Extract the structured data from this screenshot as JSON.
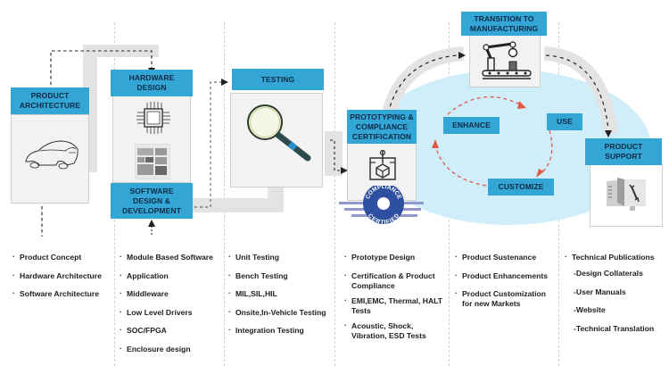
{
  "colors": {
    "header_blue": "#33a6d6",
    "header_text": "#0d2a44",
    "panel_gray": "#f2f2f2",
    "track_gray": "#e3e3e3",
    "cycle_fill": "#cfeefa",
    "cycle_arrow": "#e05a45",
    "badge_blue": "#2f4fa0"
  },
  "stages": {
    "product_architecture": {
      "title": "PRODUCT ARCHITECTURE",
      "icon": "car-sketch-icon"
    },
    "hardware_design": {
      "title": "HARDWARE DESIGN",
      "icon": "microchip-icon"
    },
    "software_design": {
      "title": "SOFTWARE DESIGN & DEVELOPMENT",
      "icon": "software-window-icon"
    },
    "testing": {
      "title": "TESTING",
      "icon": "magnifying-glass-icon"
    },
    "prototyping": {
      "title": "PROTOTYPING & COMPLIANCE CERTIFICATION",
      "icon": "prototype-blueprint-icon"
    },
    "manufacturing": {
      "title": "TRANSITION TO MANUFACTURING",
      "icon": "robot-arm-conveyor-icon"
    },
    "product_support": {
      "title": "PRODUCT SUPPORT",
      "icon": "manual-wrench-icon"
    }
  },
  "badge": {
    "top_text": "COMPLIANCE",
    "bottom_text": "CERTIFIED"
  },
  "cycle": {
    "enhance": "ENHANCE",
    "use": "USE",
    "customize": "CUSTOMIZE"
  },
  "lists": {
    "col1": [
      "Product Concept",
      "Hardware Architecture",
      "Software Architecture"
    ],
    "col2": [
      "Module Based Software",
      "Application",
      "Middleware",
      "Low Level Drivers",
      "SOC/FPGA",
      "Enclosure design"
    ],
    "col3": [
      "Unit Testing",
      "Bench Testing",
      "MIL,SIL,HIL",
      "Onsite,In-Vehicle Testing",
      "Integration Testing"
    ],
    "col4": [
      "Prototype Design",
      "Certification & Product Compliance",
      "EMI,EMC, Thermal, HALT Tests",
      "Acoustic, Shock, Vibration, ESD Tests"
    ],
    "col5": [
      "Product Sustenance",
      "Product Enhancements",
      "Product Customization for new Markets"
    ],
    "col6": {
      "main": "Technical Publications",
      "subs": [
        "-Design Collaterals",
        "-User Manuals",
        "-Website",
        "-Technical Translation"
      ]
    }
  }
}
